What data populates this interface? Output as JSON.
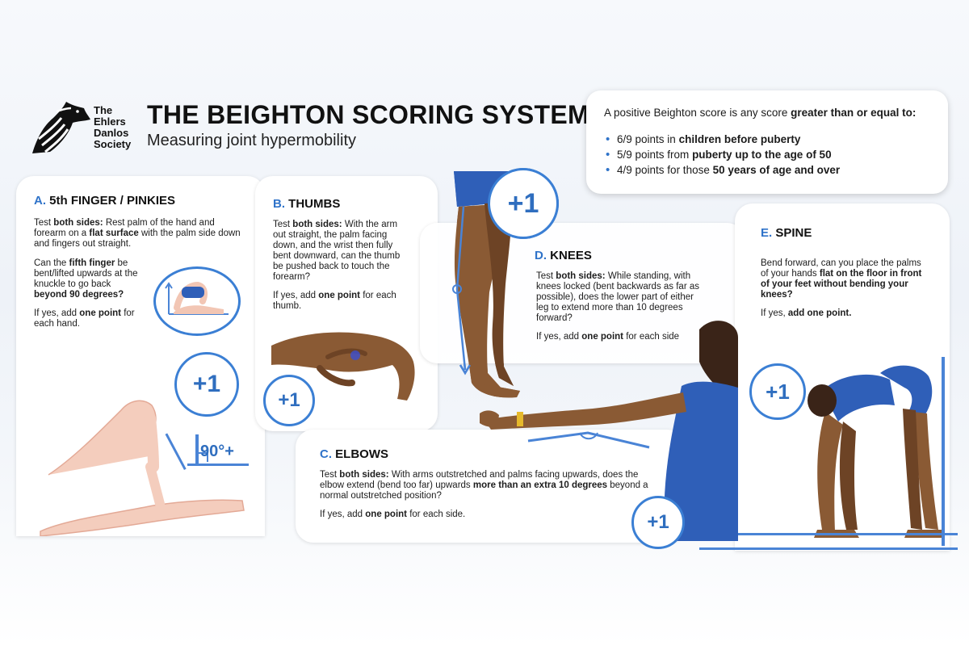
{
  "header": {
    "org_line1": "The",
    "org_line2": "Ehlers",
    "org_line3": "Danlos",
    "org_line4": "Society",
    "title": "THE BEIGHTON SCORING SYSTEM",
    "subtitle": "Measuring joint hypermobility"
  },
  "info": {
    "lead_prefix": "A positive Beighton score is any score ",
    "lead_bold": "greater than or equal to:",
    "items": [
      {
        "score": "6/9",
        "mid": " points in ",
        "bold": "children before puberty",
        "tail": ""
      },
      {
        "score": "5/9",
        "mid": " points from ",
        "bold": "puberty up to the age of 50",
        "tail": ""
      },
      {
        "score": "4/9",
        "mid": " points for those ",
        "bold": "50 years of age and over",
        "tail": ""
      }
    ]
  },
  "cards": {
    "a": {
      "letter": "A.",
      "title": "5th FINGER / PINKIES",
      "p1_t1": "Test ",
      "p1_b1": "both sides:",
      "p1_t2": " Rest palm of the hand and forearm on a ",
      "p1_b2": "flat surface",
      "p1_t3": " with the palm side down and fingers out straight.",
      "p2_t1": "Can the ",
      "p2_b1": "fifth finger",
      "p2_t2": " be bent/lifted upwards at the knuckle to go back ",
      "p2_b2": "beyond 90 degrees?",
      "p3_t1": "If yes, add ",
      "p3_b1": "one point",
      "p3_t2": " for each hand.",
      "score": "+1",
      "angle": "90°+"
    },
    "b": {
      "letter": "B.",
      "title": "THUMBS",
      "p1_t1": "Test ",
      "p1_b1": "both sides:",
      "p1_t2": " With the arm out straight, the palm facing down, and the wrist then fully bent downward, can the thumb be pushed back to touch the forearm?",
      "p2_t1": "If yes, add ",
      "p2_b1": "one point",
      "p2_t2": " for each thumb.",
      "score": "+1"
    },
    "c": {
      "letter": "C.",
      "title": "ELBOWS",
      "p1_t1": "Test ",
      "p1_b1": "both sides:",
      "p1_t2": " With arms outstretched and palms facing upwards, does the elbow extend (bend too far) upwards ",
      "p1_b2": "more than an extra 10 degrees",
      "p1_t3": " beyond a normal outstretched position?",
      "p2_t1": "If yes, add ",
      "p2_b1": "one point",
      "p2_t2": " for each side.",
      "score": "+1"
    },
    "d": {
      "letter": "D.",
      "title": "KNEES",
      "p1_t1": "Test ",
      "p1_b1": "both sides:",
      "p1_t2": " While standing, with knees locked (bent backwards as far as possible), does the lower part of either leg to extend more than 10 degrees forward?",
      "p2_t1": "If yes, add ",
      "p2_b1": "one point",
      "p2_t2": " for each side",
      "score": "+1"
    },
    "e": {
      "letter": "E.",
      "title": "SPINE",
      "p1_t1": "Bend forward, can you place the palms of your hands ",
      "p1_b1": "flat on the floor in front of your feet without bending your knees?",
      "p2_t1": "If yes, ",
      "p2_b1": "add one point.",
      "score": "+1"
    }
  },
  "colors": {
    "accent": "#2f73c9",
    "ring": "#3b7fd4",
    "shorts": "#2f5fb8",
    "skin_dark": "#8a5a34",
    "skin_light": "#f2c6b4"
  }
}
